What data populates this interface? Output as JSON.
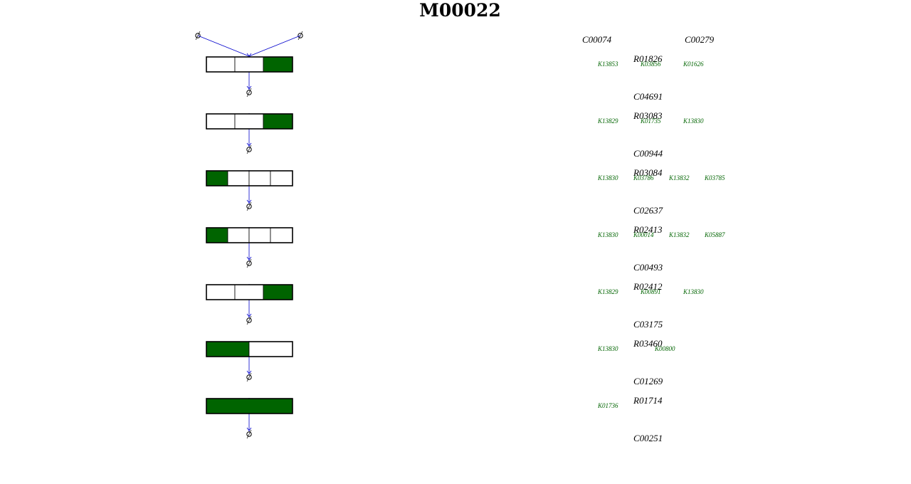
{
  "title": "M00022",
  "colors": {
    "filled": "#006400",
    "edge": "#0000cc",
    "border": "#000000"
  },
  "diagram": {
    "top_compounds": [
      "C00074",
      "C00279"
    ],
    "steps": [
      {
        "reaction": "R01826",
        "kos": [
          "K13853",
          "K03856",
          "K01626"
        ],
        "cells": 3,
        "filled": [
          false,
          false,
          true
        ],
        "product": "C04691"
      },
      {
        "reaction": "R03083",
        "kos": [
          "K13829",
          "K01735",
          "K13830"
        ],
        "cells": 3,
        "filled": [
          false,
          false,
          true
        ],
        "product": "C00944"
      },
      {
        "reaction": "R03084",
        "kos": [
          "K13830",
          "K03786",
          "K13832",
          "K03785"
        ],
        "cells": 4,
        "filled": [
          true,
          false,
          false,
          false
        ],
        "product": "C02637"
      },
      {
        "reaction": "R02413",
        "kos": [
          "K13830",
          "K00014",
          "K13832",
          "K05887"
        ],
        "cells": 4,
        "filled": [
          true,
          false,
          false,
          false
        ],
        "product": "C00493"
      },
      {
        "reaction": "R02412",
        "kos": [
          "K13829",
          "K00891",
          "K13830"
        ],
        "cells": 3,
        "filled": [
          false,
          false,
          true
        ],
        "product": "C03175"
      },
      {
        "reaction": "R03460",
        "kos": [
          "K13830",
          "K00800"
        ],
        "cells": 2,
        "filled": [
          true,
          false
        ],
        "product": "C01269"
      },
      {
        "reaction": "R01714",
        "kos": [
          "K01736"
        ],
        "cells": 1,
        "filled": [
          true
        ],
        "product": "C00251"
      }
    ]
  }
}
